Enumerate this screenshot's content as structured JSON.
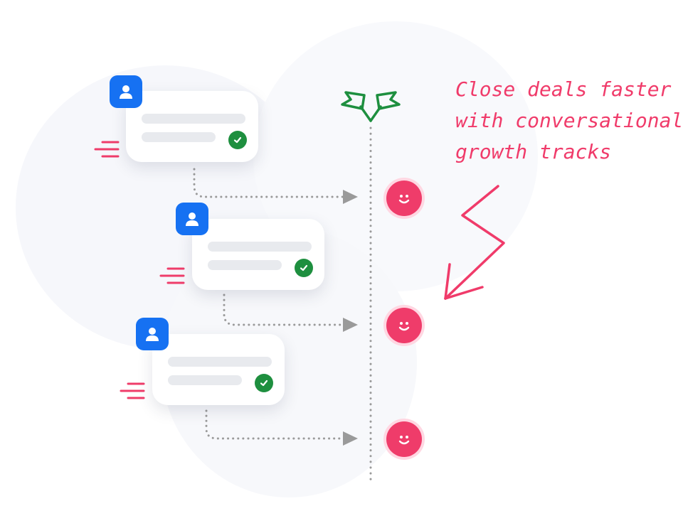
{
  "tagline": {
    "lines": [
      "Close deals faster",
      "with conversational",
      "growth tracks"
    ]
  },
  "icons": {
    "avatar": "user-icon",
    "check": "check-icon",
    "outcome": "smiley-face-icon",
    "finish": "flag-icon",
    "motion": "speed-lines-icon"
  },
  "colors": {
    "accent_pink": "#ef3c6a",
    "avatar_blue": "#1671f2",
    "check_green": "#1e8f3f",
    "flag_green": "#1e8f3f",
    "connector_gray": "#9a9a9a"
  }
}
